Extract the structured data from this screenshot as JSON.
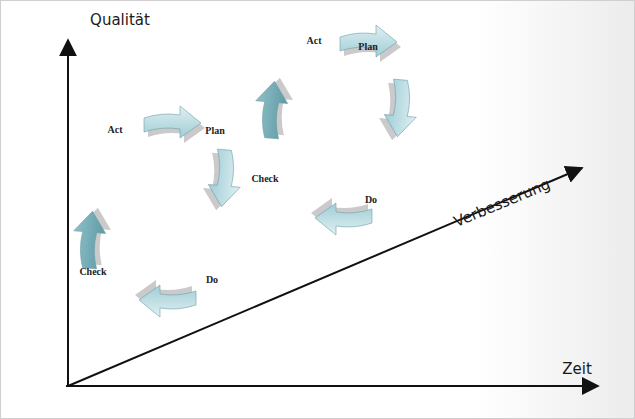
{
  "diagram": {
    "labels": [
      "Qualität",
      "Act",
      "Plan",
      "Check",
      "Do",
      "Act",
      "Plan",
      "Check",
      "Do",
      "Verbesserung",
      "Zeit"
    ]
  }
}
